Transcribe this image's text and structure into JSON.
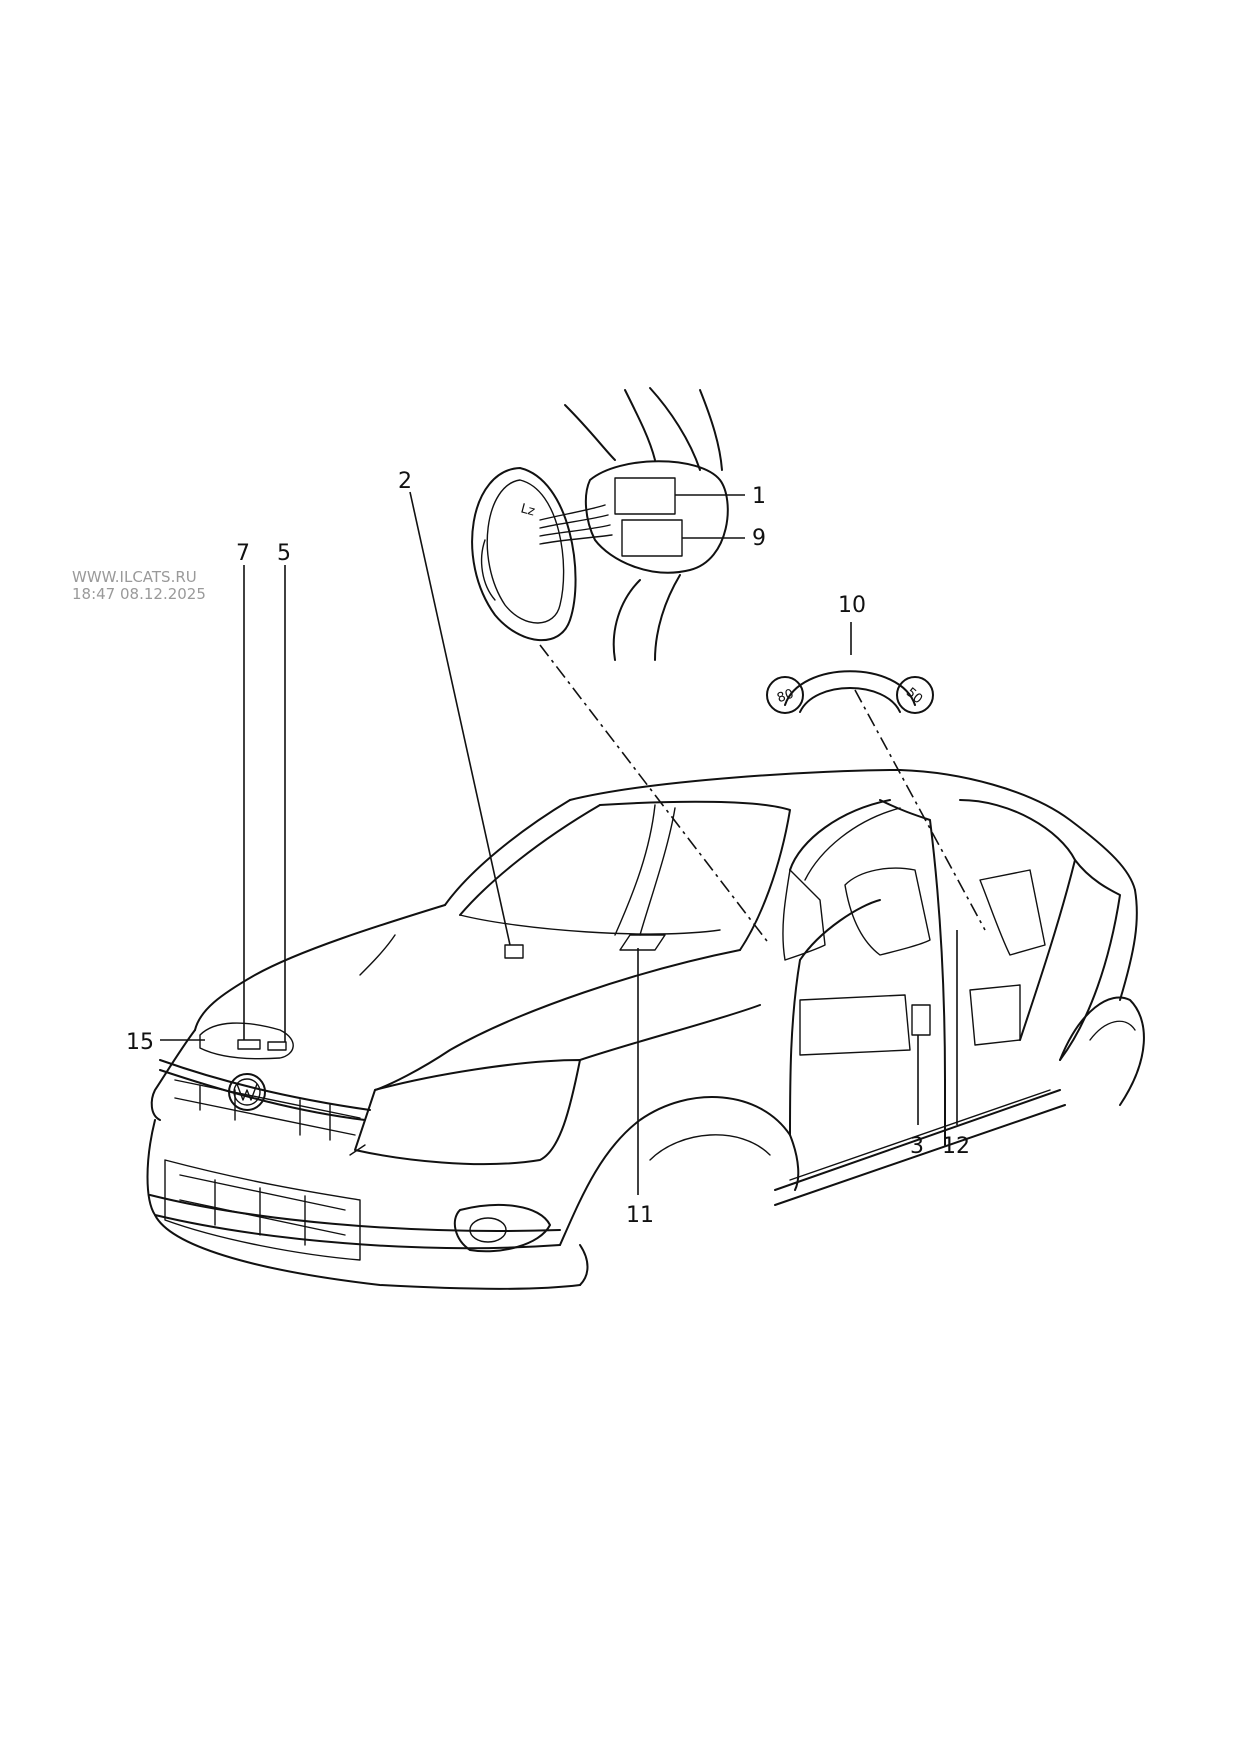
{
  "watermark": {
    "site": "WWW.ILCATS.RU",
    "timestamp": "18:47 08.12.2025"
  },
  "callouts": {
    "c1": "1",
    "c2": "2",
    "c3": "3",
    "c5": "5",
    "c7": "7",
    "c9": "9",
    "c10": "10",
    "c11": "11",
    "c12": "12",
    "c15": "15"
  },
  "speed_sticker": {
    "left_value": "80",
    "right_value": "50"
  },
  "fuel_cap_marking": "Lz"
}
